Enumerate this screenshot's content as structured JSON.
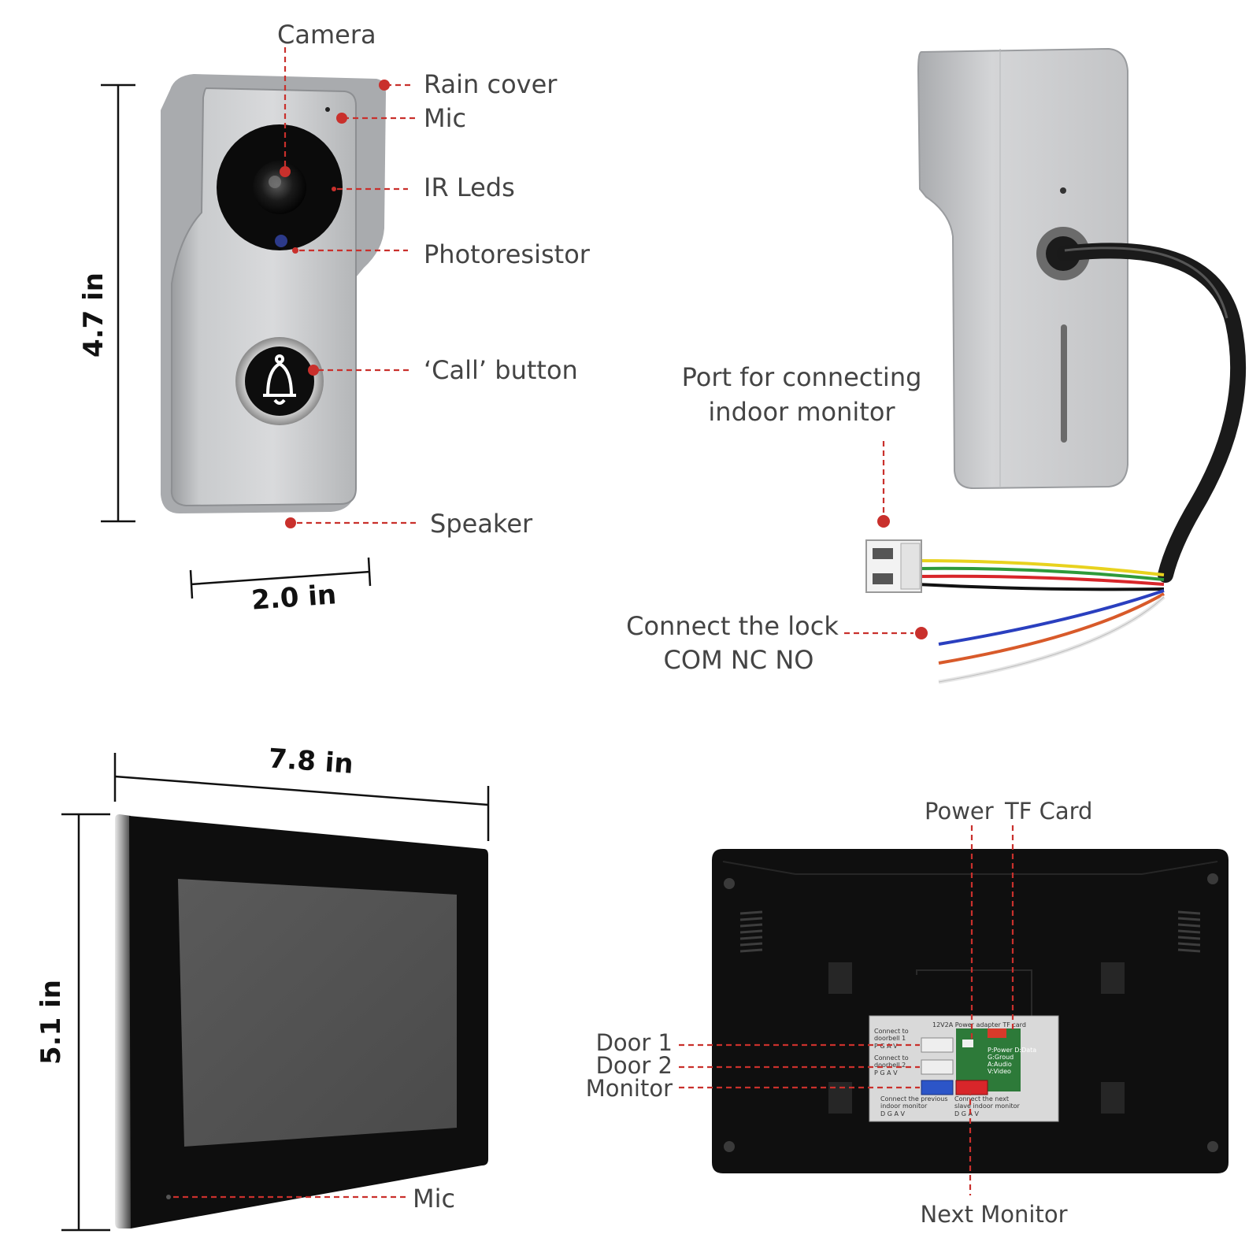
{
  "doorbell_front": {
    "labels": {
      "camera": "Camera",
      "rain_cover": "Rain cover",
      "mic": "Mic",
      "ir_leds": "IR Leds",
      "photoresistor": "Photoresistor",
      "call_button": "‘Call’ button",
      "speaker": "Speaker"
    },
    "height_dim": "4.7 in",
    "width_dim": "2.0 in"
  },
  "doorbell_back": {
    "port_label_line1": "Port for connecting",
    "port_label_line2": "indoor monitor",
    "lock_label_line1": "Connect the lock",
    "lock_label_line2": "COM NC NO",
    "wire_colors": [
      "#e8d21e",
      "#2e9a3a",
      "#d8262a",
      "#111111",
      "#2a3fbf",
      "#d85a2a",
      "#f2f2f2"
    ]
  },
  "monitor_front": {
    "width_dim": "7.8 in",
    "height_dim": "5.1 in",
    "mic_label": "Mic"
  },
  "monitor_back": {
    "power_label": "Power",
    "tf_card_label": "TF Card",
    "door1_label": "Door 1",
    "door2_label": "Door 2",
    "monitor_label": "Monitor",
    "next_monitor_label": "Next Monitor",
    "panel": {
      "header": "12V2A Power adapter  TF card",
      "door1_text_1": "Connect to",
      "door1_text_2": "doorbell 1",
      "door1_pins": "P G A V",
      "door2_text_1": "Connect to",
      "door2_text_2": "doorbell 2",
      "door2_pins": "P G A V",
      "legend_1": "P:Power D:Data",
      "legend_2": "G:Groud",
      "legend_3": "A:Audio",
      "legend_4": "V:Video",
      "prev_text_1": "Connect the previous",
      "prev_text_2": "indoor monitor",
      "prev_pins": "D G A V",
      "next_text_1": "Connect the next",
      "next_text_2": "slave indoor monitor",
      "next_pins": "D G A V"
    }
  }
}
